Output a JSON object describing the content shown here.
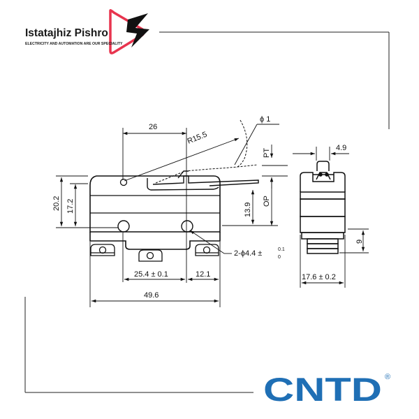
{
  "brand": {
    "name": "Istatajhiz Pishro",
    "tagline": "ELECTRICITY AND AUTOMATION ARE OUR SPECIALITY",
    "logo_icon": "play-bolt-icon",
    "accent_color": "#e8344e"
  },
  "manufacturer": {
    "name": "CNTD",
    "registered": "®",
    "color": "#1f6fb5"
  },
  "dimensions": {
    "lever_width": "26",
    "radius": "R15.5",
    "roller_dia": "ϕ 1",
    "pt": "PT",
    "height_total": "20.2",
    "height_body": "17.2",
    "height_hole": "13.9",
    "op": "OP",
    "hole_spacing": "25.4 ± 0.1",
    "hole_offset": "12.1",
    "overall_length": "49.6",
    "hole_note_prefix": "2-ϕ4.4 ±",
    "hole_tol_upper": "0.1",
    "hole_tol_lower": "0",
    "plunger_width": "4.9",
    "terminal_height": "9",
    "side_width": "17.6 ± 0.2"
  }
}
